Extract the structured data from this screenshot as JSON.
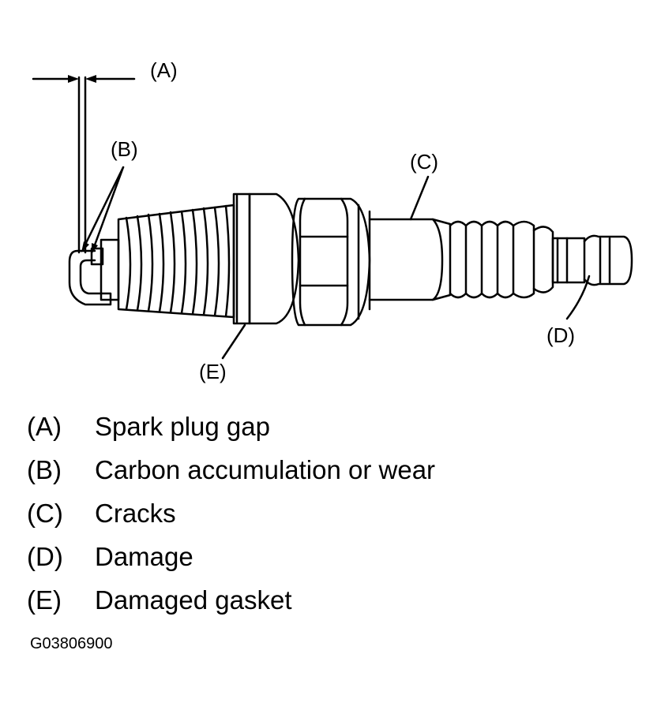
{
  "callouts": {
    "a": "(A)",
    "b": "(B)",
    "c": "(C)",
    "d": "(D)",
    "e": "(E)"
  },
  "legend": [
    {
      "key": "(A)",
      "text": "Spark plug gap"
    },
    {
      "key": "(B)",
      "text": "Carbon accumulation or wear"
    },
    {
      "key": "(C)",
      "text": "Cracks"
    },
    {
      "key": "(D)",
      "text": "Damage"
    },
    {
      "key": "(E)",
      "text": "Damaged gasket"
    }
  ],
  "figure_code": "G03806900"
}
